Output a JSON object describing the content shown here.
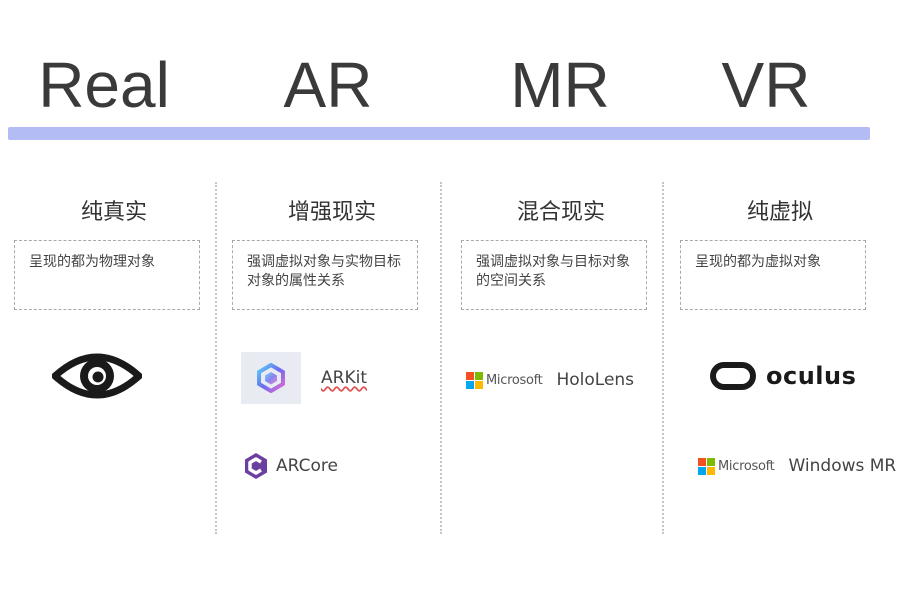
{
  "header": {
    "titles": [
      "Real",
      "AR",
      "MR",
      "VR"
    ]
  },
  "columns": [
    {
      "title": "纯真实",
      "desc": "呈现的都为物理对象",
      "icon": "eye-icon"
    },
    {
      "title": "增强现实",
      "desc": "强调虚拟对象与实物目标对象的属性关系",
      "brands": [
        {
          "name": "ARKit",
          "icon": "arkit-icon"
        },
        {
          "name": "ARCore",
          "icon": "arcore-icon"
        }
      ]
    },
    {
      "title": "混合现实",
      "desc": "强调虚拟对象与目标对象的空间关系",
      "brands": [
        {
          "vendor": "Microsoft",
          "name": "HoloLens",
          "icon": "microsoft-logo-icon"
        }
      ]
    },
    {
      "title": "纯虚拟",
      "desc": "呈现的都为虚拟对象",
      "brands": [
        {
          "name": "oculus",
          "icon": "oculus-icon"
        },
        {
          "vendor": "Microsoft",
          "name": "Windows MR",
          "icon": "microsoft-logo-icon"
        }
      ]
    }
  ],
  "colors": {
    "accent_line": "#b4bcf6",
    "ms_red": "#f25022",
    "ms_green": "#7fba00",
    "ms_blue": "#00a4ef",
    "ms_yellow": "#ffb900",
    "arcore_purple": "#6b3fa0"
  }
}
